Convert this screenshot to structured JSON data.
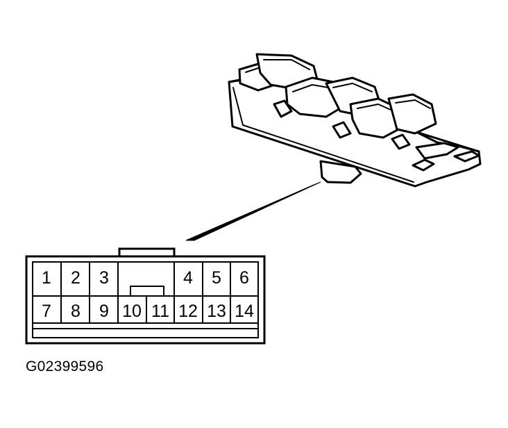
{
  "figure_id": "G02399596",
  "connector": {
    "pins": [
      {
        "number": "1"
      },
      {
        "number": "2"
      },
      {
        "number": "3"
      },
      {
        "number": "4"
      },
      {
        "number": "5"
      },
      {
        "number": "6"
      },
      {
        "number": "7"
      },
      {
        "number": "8"
      },
      {
        "number": "9"
      },
      {
        "number": "10"
      },
      {
        "number": "11"
      },
      {
        "number": "12"
      },
      {
        "number": "13"
      },
      {
        "number": "14"
      }
    ]
  },
  "component_icon": "power-window-master-switch-icon",
  "colors": {
    "line": "#000000",
    "background": "#ffffff"
  }
}
